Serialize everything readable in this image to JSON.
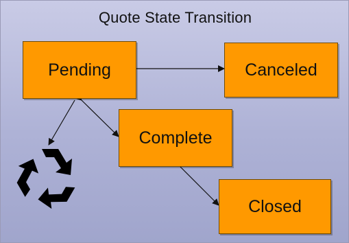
{
  "title": "Quote State Transition",
  "states": {
    "pending": "Pending",
    "canceled": "Canceled",
    "complete": "Complete",
    "closed": "Closed"
  },
  "icons": [
    "recycle-icon"
  ],
  "colors": {
    "state_fill": "#ff9900",
    "background": "#b3b6da",
    "arrow": "#111111"
  }
}
